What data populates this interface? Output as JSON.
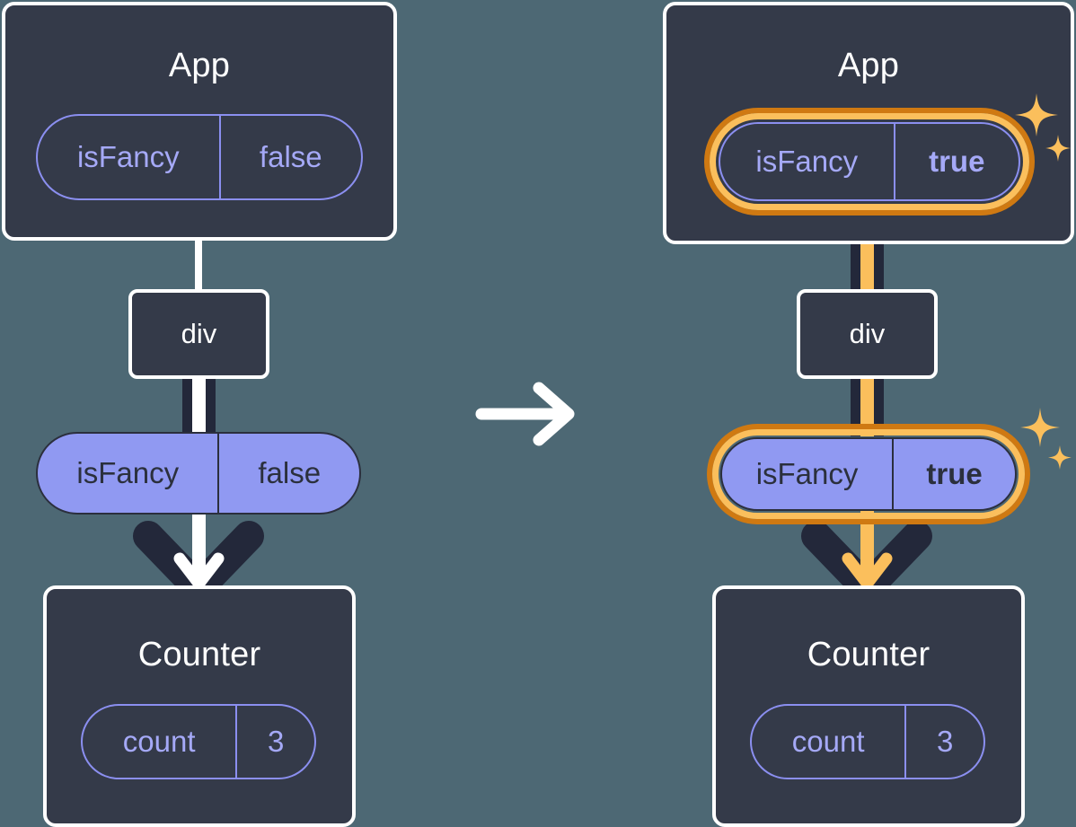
{
  "diagram": {
    "type": "react-state-propagation",
    "background_color": "#4d6874",
    "transition_icon": "right-arrow-icon",
    "accent_colors": {
      "box_fill": "#343a49",
      "box_border": "#ffffff",
      "pill_outline": "#8b8ff0",
      "pill_text_outline": "#a5a9f7",
      "pill_solid_fill": "#9099f2",
      "pill_solid_text": "#2b303d",
      "highlight_inner": "#fbbf5c",
      "highlight_outer": "#cf7912",
      "edge_dark": "#23283a",
      "edge_light": "#ffffff"
    },
    "panels": [
      {
        "id": "before",
        "highlighted": false,
        "root": {
          "title": "App",
          "pill": {
            "key": "isFancy",
            "value": "false",
            "style": "ghost",
            "highlighted": false,
            "value_bold": false
          }
        },
        "middle": {
          "label": "div"
        },
        "prop": {
          "key": "isFancy",
          "value": "false",
          "style": "solid",
          "highlighted": false,
          "value_bold": false
        },
        "child": {
          "title": "Counter",
          "pill": {
            "key": "count",
            "value": "3",
            "style": "ghost",
            "highlighted": false,
            "value_bold": false
          }
        },
        "arrow_color": "#ffffff"
      },
      {
        "id": "after",
        "highlighted": true,
        "root": {
          "title": "App",
          "pill": {
            "key": "isFancy",
            "value": "true",
            "style": "ghost",
            "highlighted": true,
            "value_bold": true
          }
        },
        "middle": {
          "label": "div"
        },
        "prop": {
          "key": "isFancy",
          "value": "true",
          "style": "solid",
          "highlighted": true,
          "value_bold": true
        },
        "child": {
          "title": "Counter",
          "pill": {
            "key": "count",
            "value": "3",
            "style": "ghost",
            "highlighted": false,
            "value_bold": false
          }
        },
        "arrow_color": "#fbbf5c",
        "sparkle_icon": "sparkle-icon"
      }
    ]
  }
}
